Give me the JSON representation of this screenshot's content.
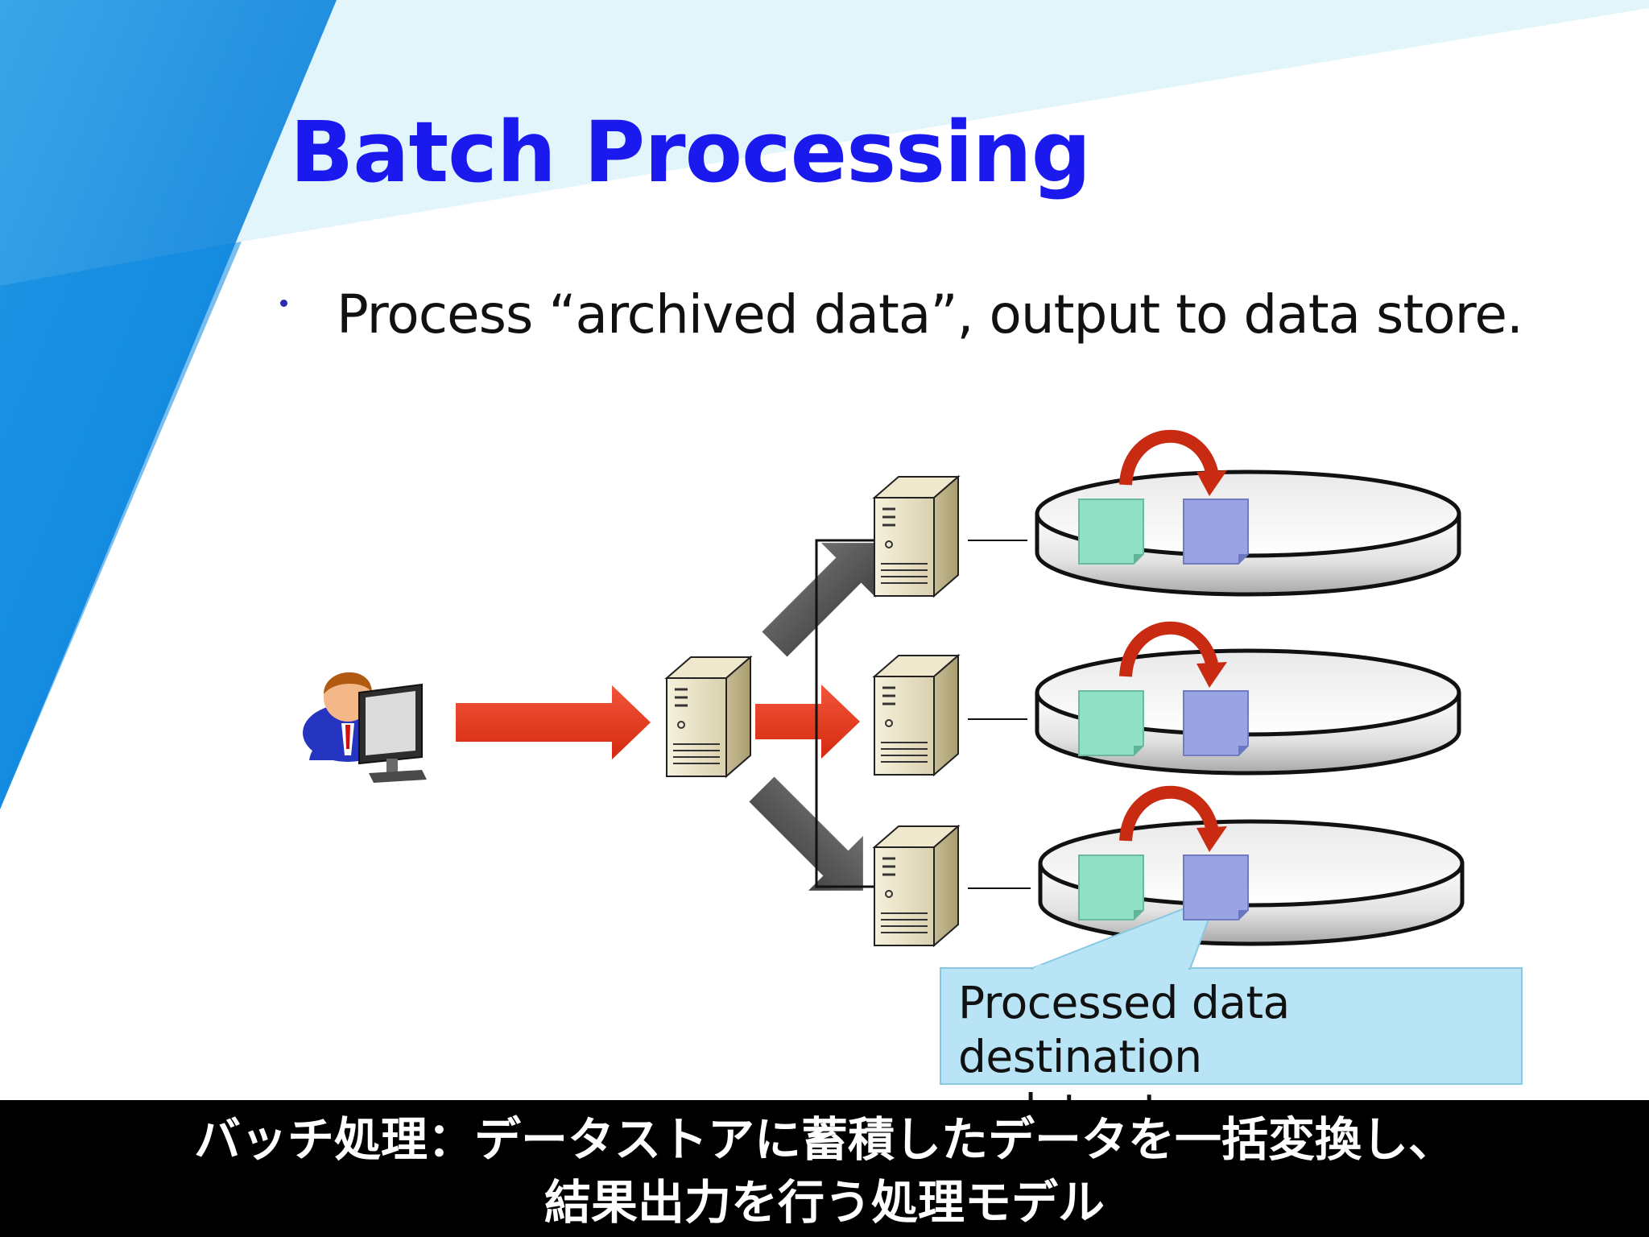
{
  "slide": {
    "title": "Batch Processing",
    "bullet": "Process  “archived data”, output to data store.",
    "callout_line1": "Processed data destination",
    "callout_line2": "= data store.",
    "caption_line1": "バッチ処理：データストアに蓄積したデータを一括変換し、",
    "caption_line2": "結果出力を行う処理モデル"
  },
  "colors": {
    "title": "#1a1aee",
    "arrow_red": "#e8391c",
    "arrow_gray": "#5a5a5a",
    "callout_fill": "#b8e4f6",
    "doc_green": "#8fe0c4",
    "doc_blue": "#9aa4e4",
    "caption_bg": "#000000"
  },
  "icons": [
    "user-at-computer-icon",
    "server-icon",
    "disk-storage-icon",
    "document-icon"
  ]
}
